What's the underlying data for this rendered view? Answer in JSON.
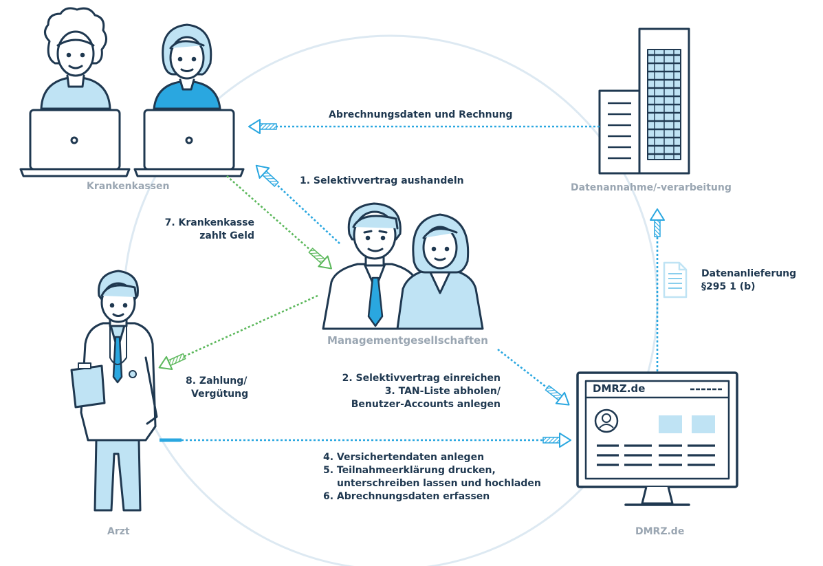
{
  "nodes": {
    "krankenkassen": "Krankenkassen",
    "datenannahme": "Datenannahme/-verarbeitung",
    "management": "Managementgesellschaften",
    "arzt": "Arzt",
    "dmrz": "DMRZ.de"
  },
  "monitor": {
    "title": "DMRZ.de"
  },
  "steps": {
    "abrechnungsdaten": "Abrechnungsdaten und Rechnung",
    "s1": "1. Selektivvertrag aushandeln",
    "s7a": "7. Krankenkasse",
    "s7b": "zahlt Geld",
    "s8a": "8. Zahlung/",
    "s8b": "Vergütung",
    "s2": "2. Selektivvertrag einreichen",
    "s3a": "3. TAN-Liste abholen/",
    "s3b": "Benutzer-Accounts anlegen",
    "s4": "4. Versichertendaten anlegen",
    "s5a": "5. Teilnahmeerklärung drucken,",
    "s5b": "unterschreiben lassen und hochladen",
    "s6": "6. Abrechnungsdaten erfassen",
    "dl_a": "Datenanlieferung",
    "dl_b": "§295 1 (b)"
  },
  "colors": {
    "ink": "#1f3850",
    "blue": "#2aa7e0",
    "light_blue": "#bfe3f4",
    "green": "#5cb85c",
    "gray_label": "#9aa6b2",
    "circle": "#dde9f2"
  }
}
